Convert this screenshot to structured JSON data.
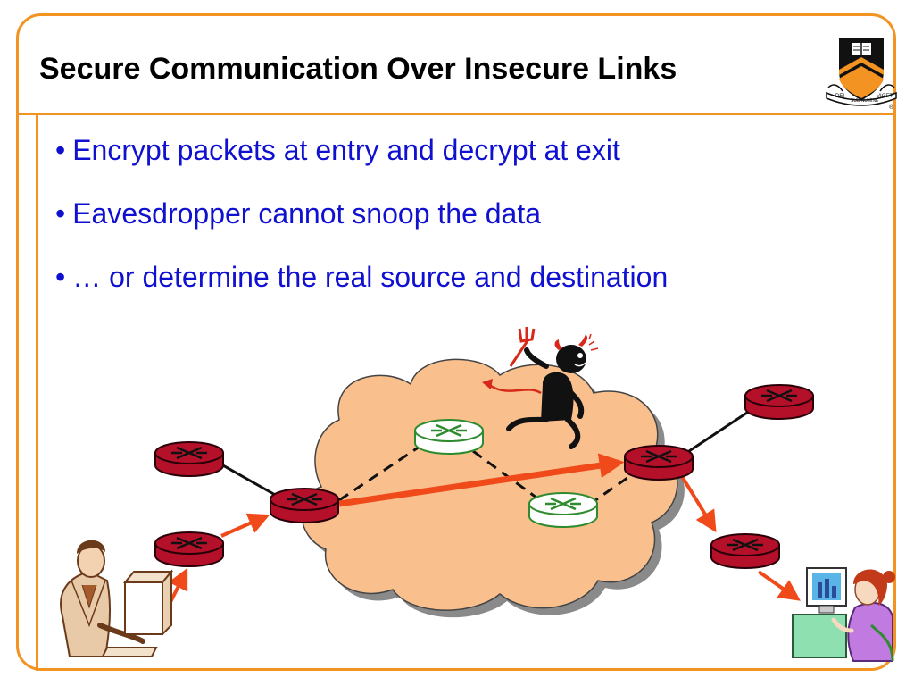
{
  "slide": {
    "title": "Secure Communication Over Insecure Links",
    "bullets": [
      {
        "marker": "•",
        "text": "Encrypt packets at entry and decrypt at exit"
      },
      {
        "marker": "•",
        "text": "Eavesdropper cannot snoop the data"
      },
      {
        "marker": "•",
        "text": "… or determine the real source and destination"
      }
    ]
  },
  "colors": {
    "accent": "#F39322",
    "bullet_text": "#1010D0",
    "cloud_fill": "#F9C08E",
    "router_red": "#B5102A",
    "router_green_stroke": "#2E8B2E",
    "arrow_red": "#F04A1A"
  },
  "diagram": {
    "routers": [
      {
        "id": "left-top-router",
        "kind": "red"
      },
      {
        "id": "left-edge-router",
        "kind": "red"
      },
      {
        "id": "left-bottom-router",
        "kind": "red"
      },
      {
        "id": "cloud-top-router",
        "kind": "green"
      },
      {
        "id": "cloud-bottom-router",
        "kind": "green"
      },
      {
        "id": "right-edge-router",
        "kind": "red"
      },
      {
        "id": "right-top-router",
        "kind": "red"
      },
      {
        "id": "right-bottom-router",
        "kind": "red"
      }
    ],
    "icons": [
      "cloud-icon",
      "devil-eavesdropper-icon",
      "man-at-computer-icon",
      "woman-at-computer-icon",
      "princeton-shield-logo"
    ]
  },
  "logo": {
    "motto_left": "DEI",
    "motto_mid": "SUB NUMINE",
    "motto_right": "VIGET",
    "registered": "®"
  }
}
